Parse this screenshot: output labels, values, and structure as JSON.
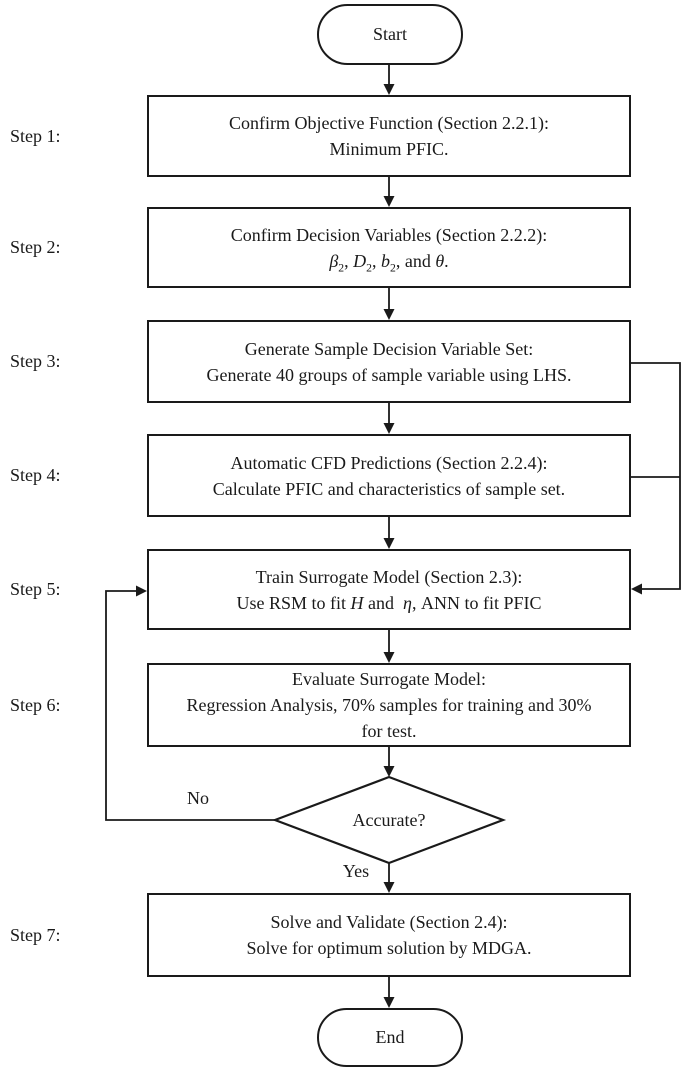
{
  "flowchart": {
    "start_label": "Start",
    "end_label": "End",
    "decision": {
      "label": "Accurate?",
      "no_label": "No",
      "yes_label": "Yes"
    },
    "colors": {
      "ink": "#1a1a1a",
      "node_fill": "#ffffff"
    },
    "steps": [
      {
        "label": "Step 1:",
        "lines": [
          [
            {
              "t": "Confirm Objective Function (Section 2.2.1):"
            }
          ],
          [
            {
              "t": "Minimum PFIC."
            }
          ]
        ]
      },
      {
        "label": "Step 2:",
        "lines": [
          [
            {
              "t": "Confirm Decision Variables (Section 2.2.2):"
            }
          ],
          [
            {
              "t": "β",
              "i": true
            },
            {
              "t": "2",
              "s": true
            },
            {
              "t": ", "
            },
            {
              "t": "D",
              "i": true
            },
            {
              "t": "2",
              "s": true
            },
            {
              "t": ", "
            },
            {
              "t": "b",
              "i": true
            },
            {
              "t": "2",
              "s": true
            },
            {
              "t": ", and "
            },
            {
              "t": "θ",
              "i": true
            },
            {
              "t": "."
            }
          ]
        ]
      },
      {
        "label": "Step 3:",
        "lines": [
          [
            {
              "t": "Generate Sample Decision Variable Set:"
            }
          ],
          [
            {
              "t": "Generate 40 groups of sample variable using LHS."
            }
          ]
        ]
      },
      {
        "label": "Step 4:",
        "lines": [
          [
            {
              "t": "Automatic CFD Predictions (Section 2.2.4):"
            }
          ],
          [
            {
              "t": "Calculate PFIC and characteristics of sample set."
            }
          ]
        ]
      },
      {
        "label": "Step 5:",
        "lines": [
          [
            {
              "t": "Train Surrogate Model (Section 2.3):"
            }
          ],
          [
            {
              "t": "Use RSM to fit "
            },
            {
              "t": "H",
              "i": true
            },
            {
              "t": " and  "
            },
            {
              "t": "η",
              "i": true
            },
            {
              "t": ", ANN to fit PFIC"
            }
          ]
        ]
      },
      {
        "label": "Step 6:",
        "lines": [
          [
            {
              "t": "Evaluate Surrogate Model:"
            }
          ],
          [
            {
              "t": "Regression Analysis, 70% samples for training and 30%"
            }
          ],
          [
            {
              "t": "for test."
            }
          ]
        ]
      },
      {
        "label": "Step 7:",
        "lines": [
          [
            {
              "t": "Solve and Validate (Section 2.4):"
            }
          ],
          [
            {
              "t": "Solve for optimum solution by MDGA."
            }
          ]
        ]
      }
    ]
  }
}
